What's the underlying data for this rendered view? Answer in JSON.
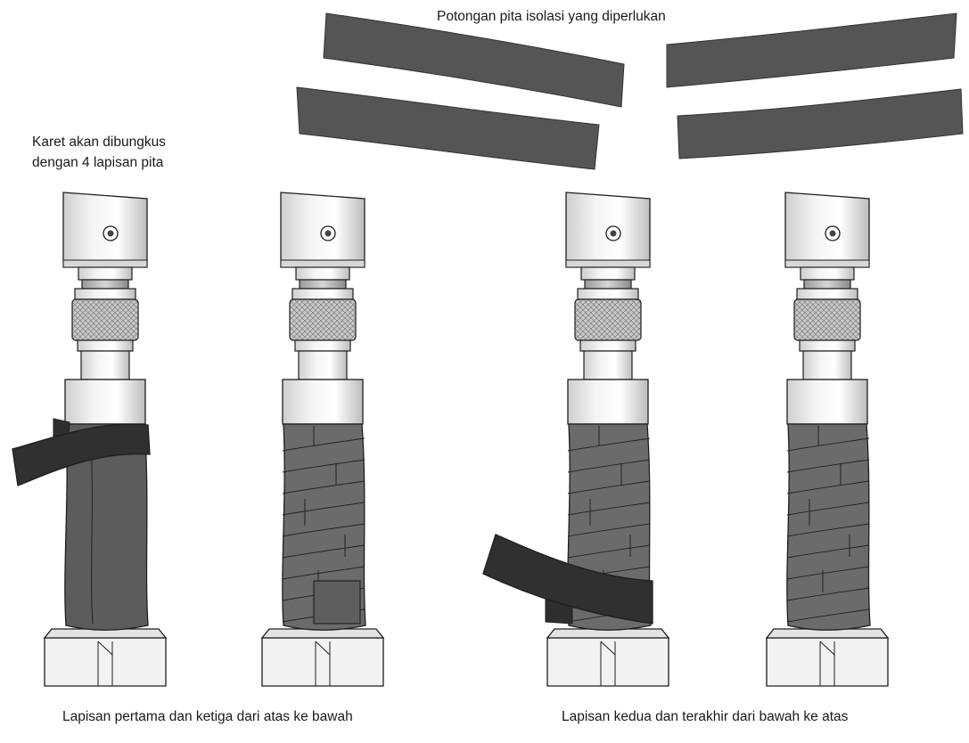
{
  "labels": {
    "tape_pieces": "Potongan pita isolasi yang diperlukan",
    "wrap_note_line1": "Karet akan dibungkus",
    "wrap_note_line2": "dengan 4 lapisan pita",
    "layers_1_3": "Lapisan pertama dan ketiga dari atas ke bawah",
    "layers_2_4": "Lapisan kedua dan terakhir dari bawah ke atas"
  },
  "colors": {
    "tape_dark": "#333333",
    "tape_gray": "#555555",
    "wrapped_gray": "#6b6b6b",
    "metal_light": "#ededed",
    "metal_mid": "#c8c8c8",
    "outline": "#1e1e1e"
  }
}
